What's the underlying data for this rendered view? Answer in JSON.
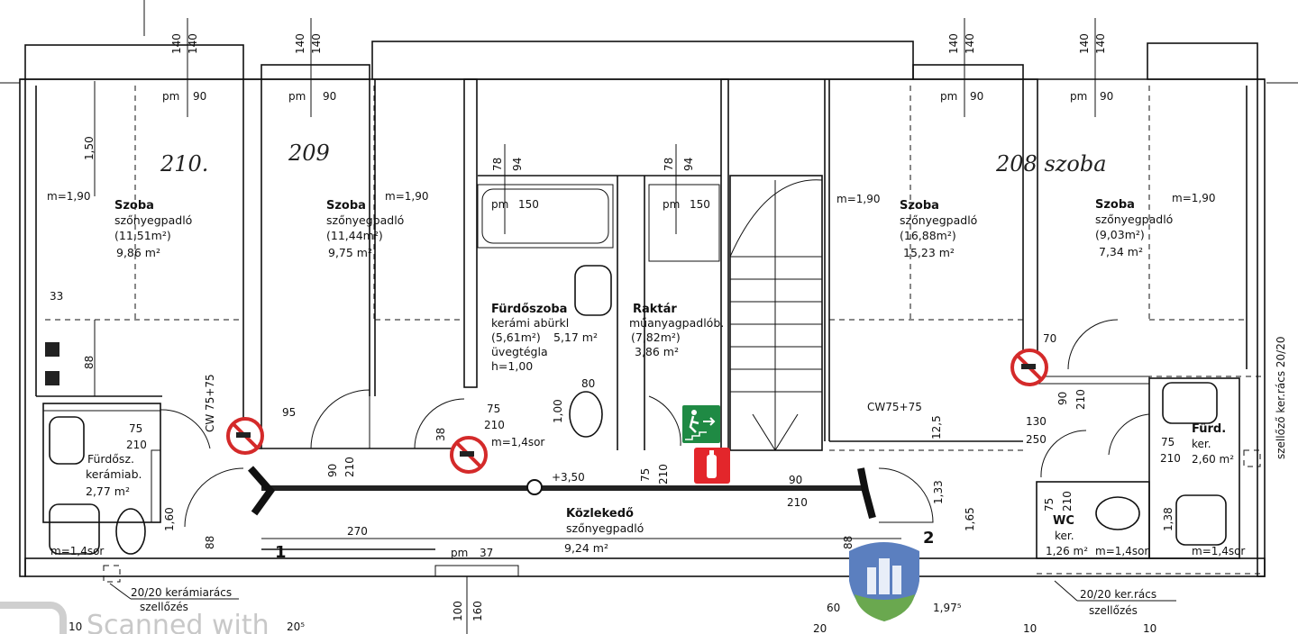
{
  "handwritten": {
    "room_210": "210.",
    "room_209": "209",
    "room_208": "208 szoba"
  },
  "rooms": [
    {
      "name": "Szoba",
      "floor": "szőnyegpadló",
      "gross": "(11,51m²)",
      "net": "9,86 m²",
      "height": "m=1,90"
    },
    {
      "name": "Szoba",
      "floor": "szőnyegpadló",
      "gross": "(11,44m²)",
      "net": "9,75 m²",
      "height": "m=1,90"
    },
    {
      "name": "Fürdőszoba",
      "floor": "kerámi abürkl",
      "gross": "(5,61m²)",
      "net": "5,17 m²",
      "extra": "üvegtégla",
      "extra2": "h=1,00"
    },
    {
      "name": "Raktár",
      "floor": "műanyagpadlób.",
      "gross": "(7,82m²)",
      "net": "3,86 m²"
    },
    {
      "name": "Szoba",
      "floor": "szőnyegpadló",
      "gross": "(16,88m²)",
      "net": "15,23 m²",
      "height": "m=1,90"
    },
    {
      "name": "Szoba",
      "floor": "szőnyegpadló",
      "gross": "(9,03m²)",
      "net": "7,34 m²",
      "height": "m=1,90"
    },
    {
      "name": "Fürdősz.",
      "floor": "kerámiab.",
      "net": "2,77 m²"
    },
    {
      "name": "Közlekedő",
      "floor": "szőnyegpadló",
      "net": "9,24 m²"
    },
    {
      "name": "WC",
      "floor": "ker.",
      "net": "1,26 m²",
      "tile": "m=1,4sor"
    },
    {
      "name": "Fürd.",
      "floor": "ker.",
      "net": "2,60 m²",
      "tile": "m=1,4sor"
    }
  ],
  "dims": {
    "d140": "140",
    "pm": "pm",
    "d90": "90",
    "d150a": "1,50",
    "d33": "33",
    "d88": "88",
    "d95": "95",
    "d75": "75",
    "d210": "210",
    "d160": "1,60",
    "d270": "270",
    "d37": "37",
    "d100": "100",
    "d160b": "160",
    "d78": "78",
    "d94": "94",
    "d150": "150",
    "d80": "80",
    "d38": "38",
    "d100b": "1,00",
    "tile": "m=1,4sor",
    "level": "+3,50",
    "d133": "1,33",
    "d165": "1,65",
    "d125": "12,5",
    "d70": "70",
    "d130": "130",
    "d250": "250",
    "d138": "1,38",
    "d60": "60",
    "d197": "1,97⁵",
    "d20": "20",
    "d10": "10",
    "d205": "20⁵",
    "cw": "CW 75+75",
    "cw2": "CW75+75",
    "grid1": "1",
    "grid2": "2"
  },
  "notes": {
    "vent_left": "20/20 kerámiarács",
    "vent_left2": "szellőzés",
    "vent_right": "20/20 ker.rács",
    "vent_right2": "szellőzés",
    "vent_side": "szellőző  ker.rács 20/20"
  },
  "watermark": "Scanned with",
  "colors": {
    "prohibit": "#d42a2a",
    "exit": "#1f8a44",
    "fire": "#e3262b",
    "logo": "#5b7fbf"
  }
}
